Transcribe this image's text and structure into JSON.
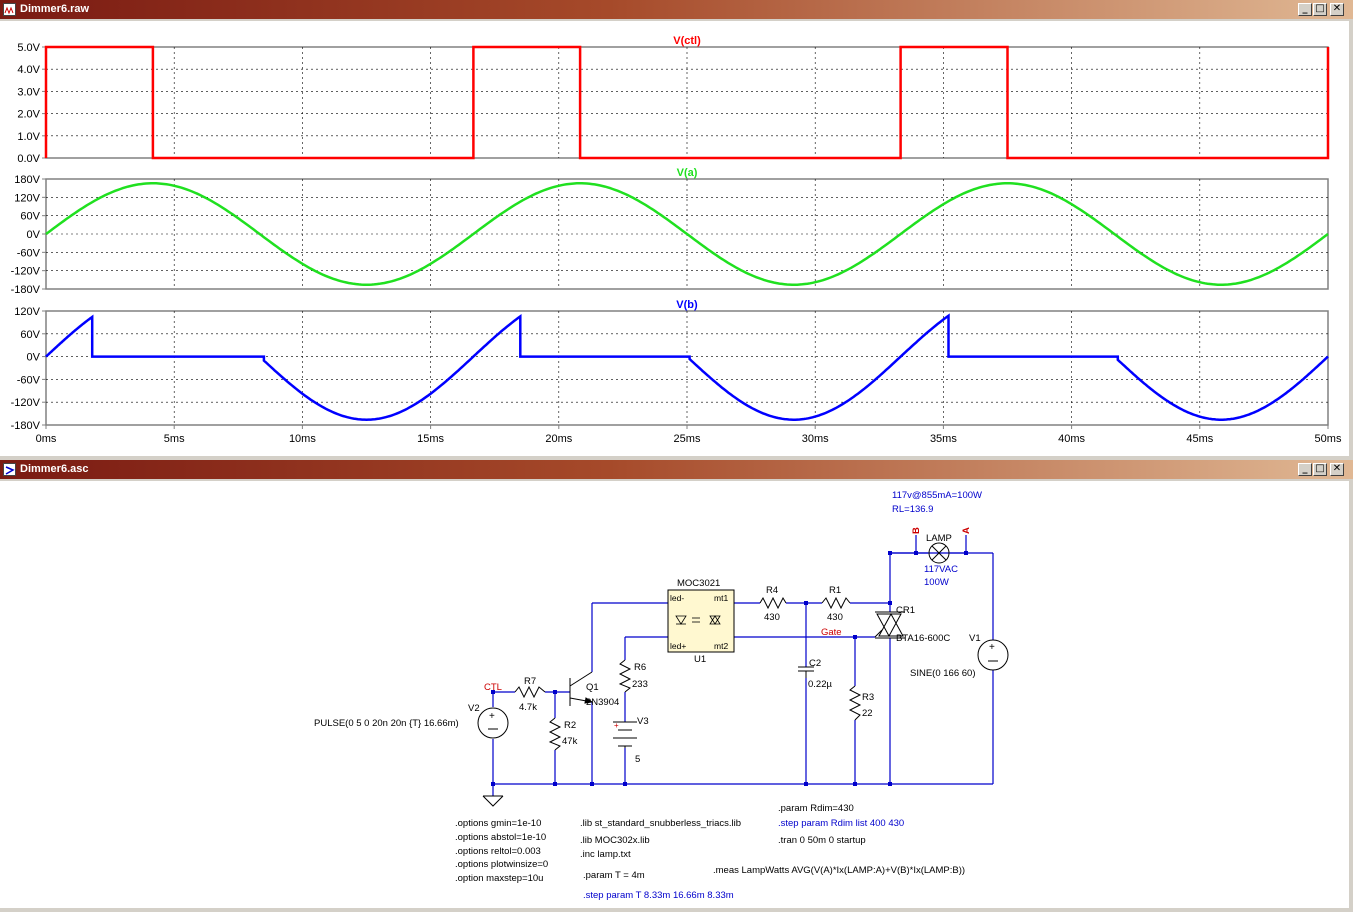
{
  "waveform_window": {
    "title": "Dimmer6.raw",
    "btn_min": "_",
    "btn_max": "□",
    "btn_close": "✕"
  },
  "schematic_window": {
    "title": "Dimmer6.asc",
    "btn_min": "_",
    "btn_max": "□",
    "btn_close": "✕"
  },
  "colors": {
    "ctl": "#ff0000",
    "a": "#20e020",
    "b": "#0000ff",
    "wire": "#0000cc",
    "grid": "#b0b0b0"
  },
  "chart_data": [
    {
      "type": "line",
      "title": "V(ctl)",
      "title_color": "#ff0000",
      "x_unit": "ms",
      "xlim": [
        0,
        50
      ],
      "ylim": [
        0,
        5
      ],
      "yticks": [
        "5.0V",
        "4.0V",
        "3.0V",
        "2.0V",
        "1.0V",
        "0.0V"
      ],
      "ytick_values": [
        5,
        4,
        3,
        2,
        1,
        0
      ],
      "series": [
        {
          "x": [
            0,
            0,
            4.17,
            4.17,
            16.67,
            16.67,
            20.83,
            20.83,
            33.33,
            33.33,
            37.5,
            37.5,
            50,
            50
          ],
          "y": [
            0,
            5,
            5,
            0,
            0,
            5,
            5,
            0,
            0,
            5,
            5,
            0,
            0,
            5
          ]
        }
      ]
    },
    {
      "type": "line",
      "title": "V(a)",
      "title_color": "#20e020",
      "x_unit": "ms",
      "xlim": [
        0,
        50
      ],
      "ylim": [
        -180,
        180
      ],
      "yticks": [
        "180V",
        "120V",
        "60V",
        "0V",
        "-60V",
        "-120V",
        "-180V"
      ],
      "ytick_values": [
        180,
        120,
        60,
        0,
        -60,
        -120,
        -180
      ],
      "series": [
        {
          "function": "166*sin(2*pi*60*t)",
          "x": [
            0,
            4.17,
            8.33,
            12.5,
            16.67,
            20.83,
            25,
            29.17,
            33.33,
            37.5,
            41.67,
            45.83,
            50
          ],
          "y": [
            0,
            166,
            0,
            -166,
            0,
            166,
            0,
            -166,
            0,
            166,
            0,
            -166,
            0
          ]
        }
      ]
    },
    {
      "type": "line",
      "title": "V(b)",
      "title_color": "#0000ff",
      "x_unit": "ms",
      "xlim": [
        0,
        50
      ],
      "ylim": [
        -180,
        120
      ],
      "yticks": [
        "120V",
        "60V",
        "0V",
        "-60V",
        "-120V",
        "-180V"
      ],
      "ytick_values": [
        120,
        60,
        0,
        -60,
        -120,
        -180
      ],
      "series": [
        {
          "x": [
            0,
            1.8,
            1.8,
            8.5,
            12.5,
            16.67,
            18.5,
            18.5,
            25.1,
            29.17,
            33.33,
            35.2,
            35.2,
            41.8,
            45.83,
            50
          ],
          "y": [
            0,
            91,
            0,
            0,
            -166,
            0,
            91,
            0,
            0,
            -166,
            0,
            91,
            0,
            0,
            -166,
            0
          ]
        }
      ]
    }
  ],
  "x_axis": {
    "ticks": [
      "0ms",
      "5ms",
      "10ms",
      "15ms",
      "20ms",
      "25ms",
      "30ms",
      "35ms",
      "40ms",
      "45ms",
      "50ms"
    ],
    "tick_values": [
      0,
      5,
      10,
      15,
      20,
      25,
      30,
      35,
      40,
      45,
      50
    ]
  },
  "schematic": {
    "lamp_note1": "117v@855mA=100W",
    "lamp_note2": "RL=136.9",
    "net_b": "B",
    "net_a": "A",
    "lamp_name": "LAMP",
    "lamp_v": "117VAC",
    "lamp_w": "100W",
    "u1_model": "MOC3021",
    "u1_name": "U1",
    "pin_led_minus": "led-",
    "pin_led_plus": "led+",
    "pin_mt1": "mt1",
    "pin_mt2": "mt2",
    "r4_name": "R4",
    "r4_val": "430",
    "r1_name": "R1",
    "r1_val": "430",
    "cr1_name": "CR1",
    "cr1_model": "BTA16-600C",
    "gate": "Gate",
    "v1_name": "V1",
    "v1_val": "SINE(0 166 60)",
    "ctl": "CTL",
    "r7_name": "R7",
    "r7_val": "4.7k",
    "q1_name": "Q1",
    "q1_model": "2N3904",
    "r6_name": "R6",
    "r6_val": "233",
    "c2_name": "C2",
    "c2_val": "0.22µ",
    "r3_name": "R3",
    "r3_val": "22",
    "v2_name": "V2",
    "v2_val": "PULSE(0 5 0 20n 20n {T} 16.66m)",
    "r2_name": "R2",
    "r2_val": "47k",
    "v3_name": "V3",
    "v3_val": "5",
    "v3_plus": "+",
    "directives": [
      ".options gmin=1e-10",
      ".options abstol=1e-10",
      ".options reltol=0.003",
      ".options plotwinsize=0",
      ".option maxstep=10u"
    ],
    "lib1": ".lib st_standard_snubberless_triacs.lib",
    "lib2": ".lib MOC302x.lib",
    "inc": ".inc lamp.txt",
    "param_t": ".param T = 4m",
    "step_t": ".step param T 8.33m 16.66m 8.33m",
    "param_rdim": ".param Rdim=430",
    "step_rdim": ".step param Rdim list 400 430",
    "tran": ".tran 0 50m 0 startup",
    "meas": ".meas LampWatts AVG(V(A)*Ix(LAMP:A)+V(B)*Ix(LAMP:B))"
  }
}
